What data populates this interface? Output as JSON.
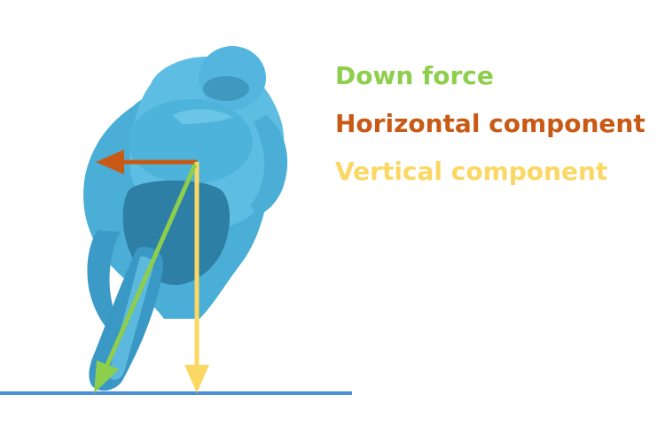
{
  "legend": {
    "down_force": "Down force",
    "horizontal_component": "Horizontal component",
    "vertical_component": "Vertical component"
  },
  "colors": {
    "rider_bike": "#4aaed6",
    "rider_bike_shadow": "#2d7fa6",
    "ground": "#4a90d9",
    "down_force": "#8dcf4c",
    "horizontal_component": "#c85a16",
    "vertical_component": "#fbd763"
  },
  "figure": {
    "subject": "motorcycle-rider-leaning-in-corner"
  }
}
